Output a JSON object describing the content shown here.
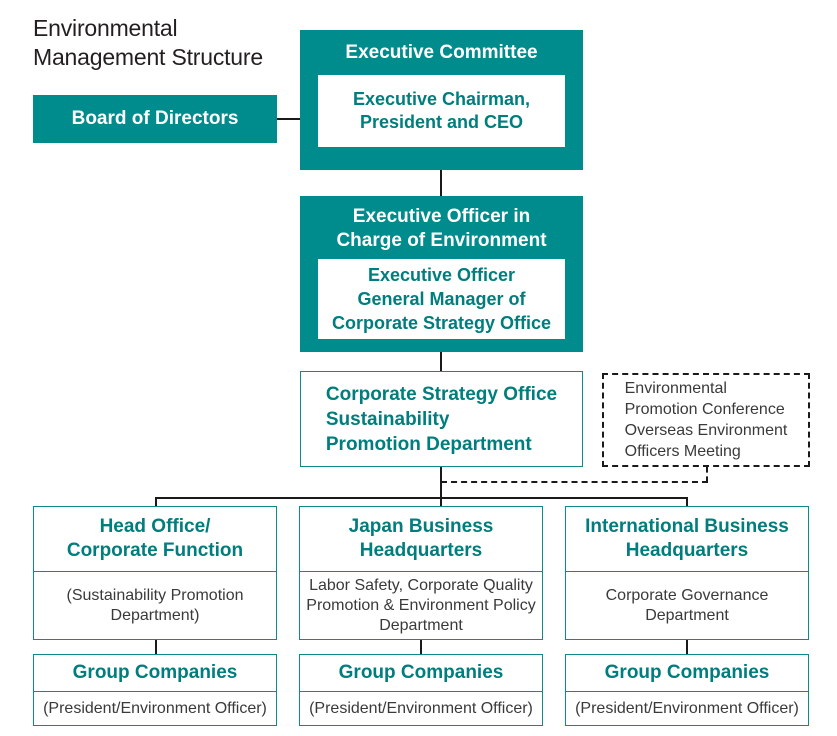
{
  "title": "Environmental\nManagement Structure",
  "colors": {
    "teal_fill": "#008C8C",
    "teal_text": "#007d7d",
    "border_teal": "#0d8a8a",
    "line": "#1a1a1a",
    "title_text": "#231f20"
  },
  "nodes": {
    "board_of_directors": {
      "label": "Board of Directors"
    },
    "executive_committee": {
      "header": "Executive Committee",
      "inner": "Executive Chairman,\nPresident and CEO"
    },
    "executive_officer": {
      "header": "Executive Officer in\nCharge of Environment",
      "inner": "Executive Officer\nGeneral Manager of\nCorporate Strategy Office"
    },
    "corporate_strategy": {
      "label": "Corporate Strategy Office\nSustainability\nPromotion Department"
    },
    "environmental_conference": {
      "label": "Environmental\nPromotion Conference\nOverseas Environment\nOfficers Meeting"
    }
  },
  "columns": [
    {
      "head": "Head Office/\nCorporate Function",
      "body": "(Sustainability Promotion\nDepartment)",
      "group_head": "Group Companies",
      "group_body": "(President/Environment Officer)"
    },
    {
      "head": "Japan Business\nHeadquarters",
      "body": "Labor Safety, Corporate Quality\nPromotion & Environment Policy\nDepartment",
      "group_head": "Group Companies",
      "group_body": "(President/Environment Officer)"
    },
    {
      "head": "International Business\nHeadquarters",
      "body": "Corporate Governance\nDepartment",
      "group_head": "Group Companies",
      "group_body": "(President/Environment Officer)"
    }
  ]
}
